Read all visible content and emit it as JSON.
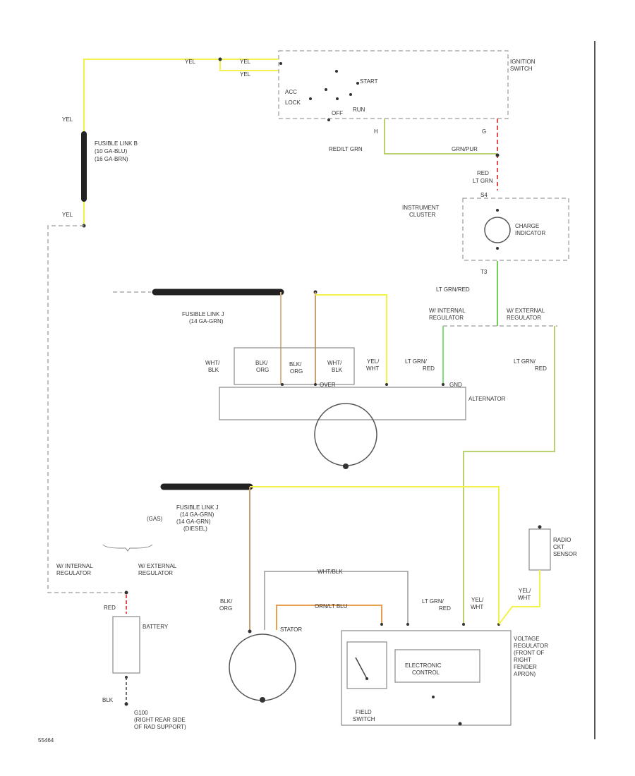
{
  "colors": {
    "yel": "#f2f24a",
    "ltgrn": "#7ee07e",
    "ltgrn_red": "#b8d070",
    "grn": "#6fcf58",
    "brn": "#c8a070",
    "tan": "#d7b98c",
    "red": "#e05050",
    "orange": "#e8a050",
    "gray": "#8a8a8a",
    "fusible": "#222222"
  },
  "labels": {
    "yel_top": "YEL",
    "yel_ign1": "YEL",
    "yel_ign2": "YEL",
    "yel_left": "YEL",
    "yel_left2": "YEL",
    "fusible_b": [
      "FUSIBLE LINK B",
      "(10 GA-BLU)",
      "(16 GA-BRN)"
    ],
    "ignition_switch": [
      "IGNITION",
      "SWITCH"
    ],
    "acc": "ACC",
    "lock": "LOCK",
    "off": "OFF",
    "run": "RUN",
    "start": "START",
    "h": "H",
    "g": "G",
    "redlt_grn": "RED/LT GRN",
    "grn_pur": "GRN/PUR",
    "red": "RED",
    "lt_grn": "LT GRN",
    "s4": "S4",
    "instrument_cluster": [
      "INSTRUMENT",
      "CLUSTER"
    ],
    "charge_indicator": [
      "CHARGE",
      "INDICATOR"
    ],
    "t3": "T3",
    "lt_grn_red": "LT GRN/RED",
    "w_internal_top": [
      "W/ INTERNAL",
      "REGULATOR"
    ],
    "w_external_top": [
      "W/ EXTERNAL",
      "REGULATOR"
    ],
    "fusible_j_top": [
      "FUSIBLE LINK J",
      "(14 GA-GRN)"
    ],
    "wht_blk": [
      "WHT/",
      "BLK"
    ],
    "blk_org_1": [
      "BLK/",
      "ORG"
    ],
    "blk_org_2": [
      "BLK/",
      "ORG"
    ],
    "wht_blk_2": [
      "WHT/",
      "BLK"
    ],
    "yel_wht": [
      "YEL/",
      "WHT"
    ],
    "lt_grn_red_2": [
      "LT GRN/",
      "RED"
    ],
    "lt_grn_red_3": [
      "LT GRN/",
      "RED"
    ],
    "over_label": "OVER",
    "gnd_label": "GND",
    "alternator": "ALTERNATOR",
    "fusible_j_bottom": [
      "FUSIBLE LINK J",
      "(14 GA-GRN)",
      "(14 GA-GRN)",
      "(DIESEL)"
    ],
    "gas": "(GAS)",
    "w_internal_bot": [
      "W/ INTERNAL",
      "REGULATOR"
    ],
    "w_external_bot": [
      "W/ EXTERNAL",
      "REGULATOR"
    ],
    "wht_blk_3": "WHT/BLK",
    "orn_lt_blu": "ORN/LT BLU",
    "blk_org_3": [
      "BLK/",
      "ORG"
    ],
    "starter_label": "STATOR",
    "red_bat": "RED",
    "battery": "BATTERY",
    "blk": "BLK",
    "g100": [
      "G100",
      "(RIGHT REAR SIDE",
      "OF RAD SUPPORT)"
    ],
    "lt_grn_red_4": [
      "LT GRN/",
      "RED"
    ],
    "yel_wht_2": [
      "YEL/",
      "WHT"
    ],
    "yel_wht_3": [
      "YEL/",
      "WHT"
    ],
    "radio_ckt": [
      "RADIO",
      "CKT",
      "SENSOR"
    ],
    "electronic_control": [
      "ELECTRONIC",
      "CONTROL"
    ],
    "field_switch": [
      "FIELD",
      "SWITCH"
    ],
    "voltage_regulator": [
      "VOLTAGE",
      "REGULATOR",
      "(FRONT OF",
      "RIGHT",
      "FENDER",
      "APRON)"
    ],
    "figure_id": "55464"
  }
}
